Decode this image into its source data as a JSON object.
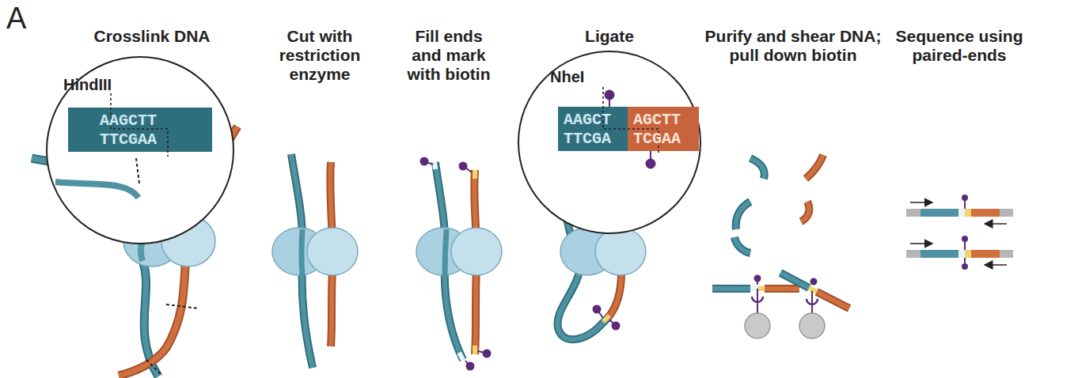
{
  "diagram": {
    "labels": [
      "A",
      "Crosslink DNA",
      "Cut with restriction enzyme",
      "Fill ends and mark with biotin",
      "Ligate",
      "Purify and shear DNA; pull down biotin",
      "Sequence using paired-ends",
      "HindIII",
      "AAGCTT",
      "TTCGAA",
      "NheI",
      "AAGCT",
      "AGCTT",
      "TTCGA",
      "TCGAA"
    ]
  }
}
